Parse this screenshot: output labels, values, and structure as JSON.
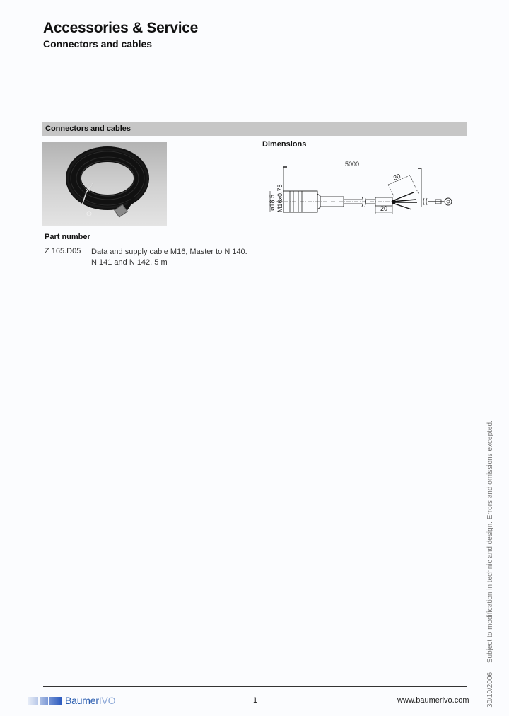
{
  "header": {
    "title": "Accessories & Service",
    "subtitle": "Connectors and cables"
  },
  "section": {
    "title": "Connectors and cables",
    "image": {
      "description": "coiled black cable with M16 connector and open wire ends with ring terminal",
      "background_top": "#b3b3b3",
      "background_bottom": "#e4e4e4"
    },
    "dimensions": {
      "label": "Dimensions",
      "values": {
        "length": "5000",
        "diameter": "ø18.5",
        "thread": "M16x0.75",
        "strip_length": "30",
        "sleeve_length": "20"
      }
    },
    "part_number": {
      "label": "Part number",
      "items": [
        {
          "code": "Z 165.D05",
          "description_line1": "Data and supply cable M16, Master to N 140.",
          "description_line2": "N 141 and N 142. 5 m"
        }
      ]
    }
  },
  "footer": {
    "brand_main": "Baumer",
    "brand_suffix": "IVO",
    "page_number": "1",
    "website": "www.baumerivo.com",
    "date": "30/10/2006",
    "disclaimer": "Subject to modification in technic and design. Errors and omissions excepted.",
    "brand_color": "#2a5db0"
  }
}
